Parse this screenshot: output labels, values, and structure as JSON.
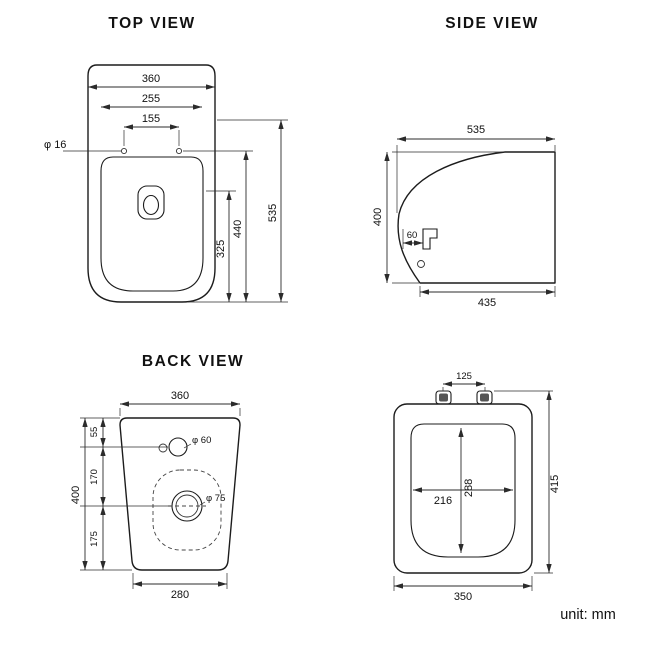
{
  "titles": {
    "top": "TOP VIEW",
    "side": "SIDE VIEW",
    "back": "BACK VIEW"
  },
  "unit_label": "unit: mm",
  "top_view": {
    "width_total": "360",
    "width_tank": "255",
    "hole_spacing": "155",
    "hole_dia": "φ 16",
    "depth_bowl": "325",
    "depth_seat": "440",
    "depth_total": "535"
  },
  "side_view": {
    "length_top": "535",
    "height": "400",
    "bracket_offset": "60",
    "length_bottom": "435"
  },
  "back_view": {
    "width_top": "360",
    "inlet_from_top": "55",
    "inlet_to_outlet": "170",
    "outlet_to_bottom": "175",
    "height": "400",
    "inlet_dia": "φ 60",
    "outlet_dia": "φ 75",
    "width_bottom": "280"
  },
  "seat_view": {
    "hinge_spacing": "125",
    "opening_length": "288",
    "opening_width": "216",
    "length_total": "415",
    "width_total": "350"
  }
}
